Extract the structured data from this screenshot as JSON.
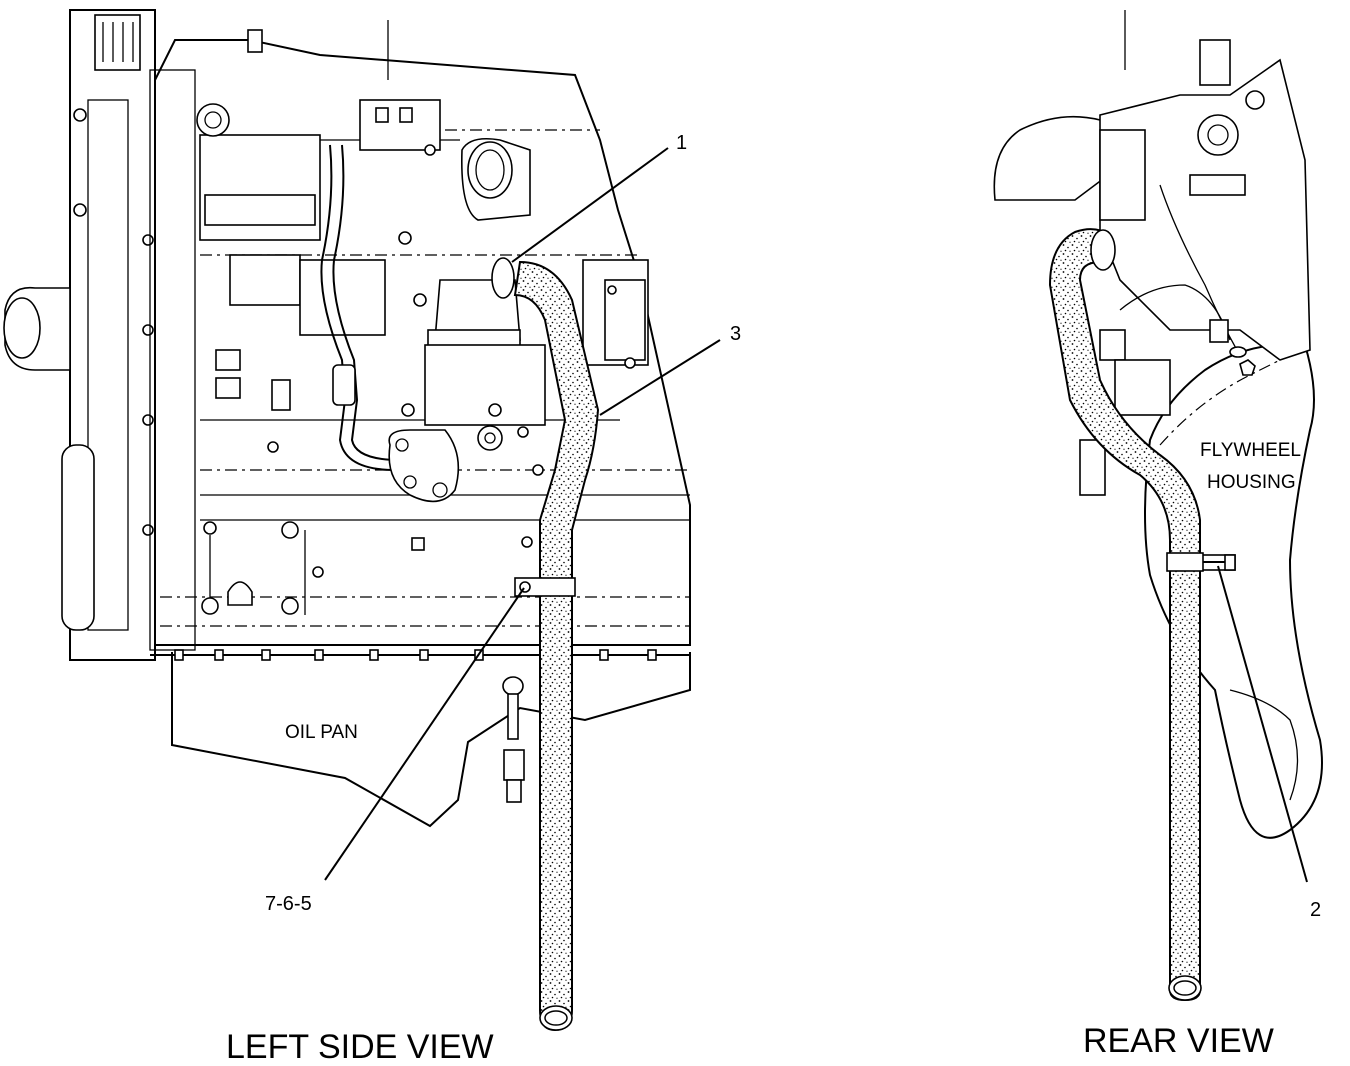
{
  "views": [
    {
      "title": "LEFT SIDE VIEW",
      "notes": [
        "OIL PAN"
      ]
    },
    {
      "title": "REAR VIEW",
      "notes": [
        "FLYWHEEL",
        "HOUSING"
      ]
    }
  ],
  "callouts": {
    "c1": "1",
    "c2": "2",
    "c3": "3",
    "c765": "7-6-5"
  }
}
